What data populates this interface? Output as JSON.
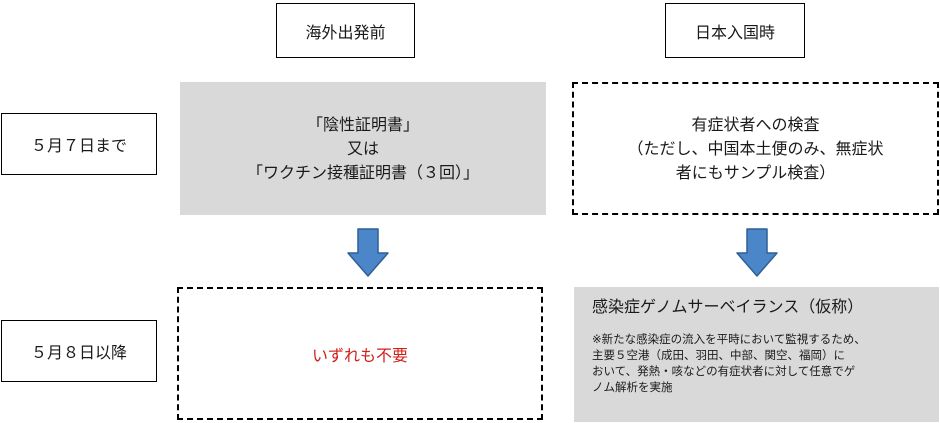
{
  "headers": {
    "left": "海外出発前",
    "right": "日本入国時"
  },
  "rows": {
    "row1": "５月７日まで",
    "row2": "５月８日以降"
  },
  "cells": {
    "top_left": {
      "line1": "「陰性証明書」",
      "line2": "又は",
      "line3": "「ワクチン接種証明書（３回）」"
    },
    "top_right": {
      "line1": "有症状者への検査",
      "line2": "（ただし、中国本土便のみ、無症状",
      "line3": "者にもサンプル検査）"
    },
    "bottom_left": {
      "text": "いずれも不要"
    },
    "bottom_right": {
      "title": "感染症ゲノムサーベイランス（仮称）",
      "note_line1": "※新たな感染症の流入を平時において監視するため、",
      "note_line2": "主要５空港（成田、羽田、中部、関空、福岡）に",
      "note_line3": "おいて、発熱・咳などの有症状者に対して任意でゲ",
      "note_line4": "ノム解析を実施"
    }
  },
  "colors": {
    "arrow_fill": "#4a86c8",
    "arrow_stroke": "#2f5f95",
    "grey_fill": "#d9d9d9",
    "highlight_text": "#d0201a"
  }
}
